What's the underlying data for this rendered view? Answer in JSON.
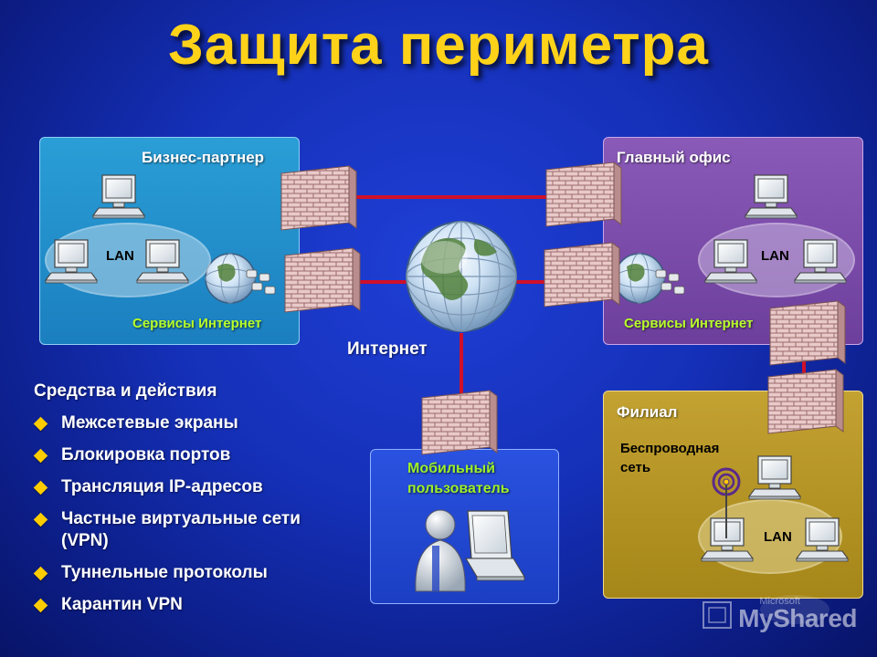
{
  "title": "Защита периметра",
  "nodes": {
    "partner": {
      "label": "Бизнес-партнер",
      "lan": "LAN",
      "services": "Сервисы Интернет"
    },
    "office": {
      "label": "Главный офис",
      "lan": "LAN",
      "services": "Сервисы Интернет"
    },
    "branch": {
      "label": "Филиал",
      "wireless": "Беспроводная сеть",
      "lan": "LAN"
    },
    "mobile": {
      "label": "Мобильный пользователь"
    },
    "internet": {
      "label": "Интернет"
    }
  },
  "means": {
    "heading": "Средства и действия",
    "items": [
      "Межсетевые экраны",
      "Блокировка портов",
      "Трансляция IP-адресов",
      "Частные виртуальные сети (VPN)",
      "Туннельные протоколы",
      "Карантин VPN"
    ]
  },
  "colors": {
    "title": "#ffd21a",
    "link": "#d0102a",
    "bullet": "#ffcc00",
    "partner_panel": "#1b7fbf",
    "office_panel": "#6d3f9c",
    "branch_panel": "#a58618",
    "mobile_panel": "#1b3ec3",
    "services_text": "#b8ff2a"
  },
  "watermark": {
    "brand": "MyShared",
    "small": "Microsoft"
  }
}
